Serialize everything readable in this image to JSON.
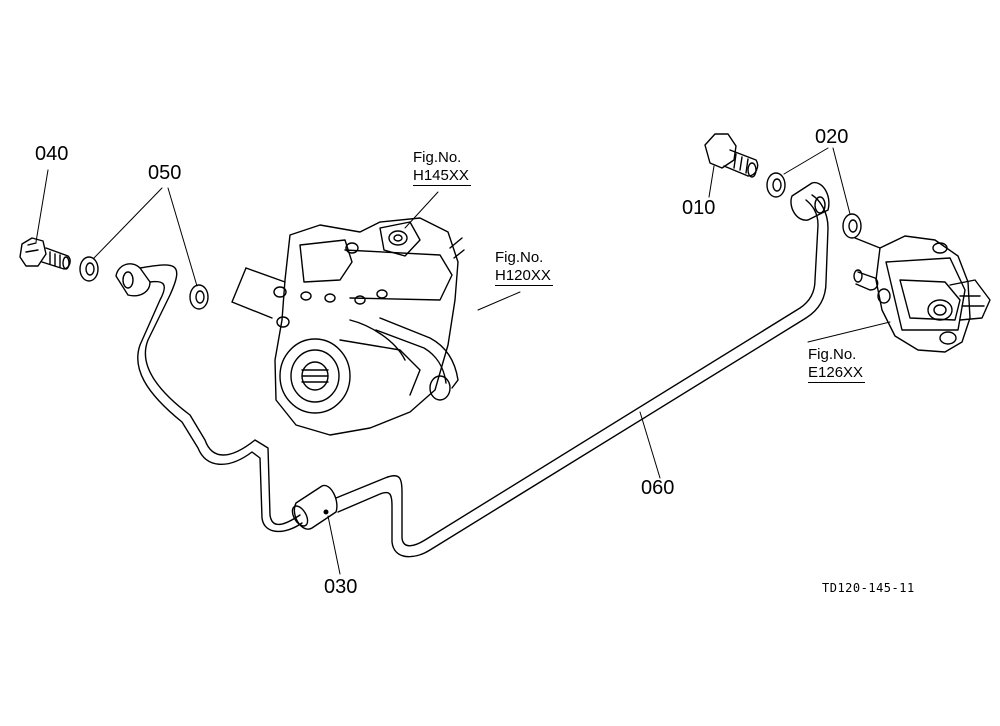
{
  "diagram": {
    "part_labels": [
      "040",
      "050",
      "010",
      "020",
      "060",
      "030"
    ],
    "figure_refs": [
      {
        "prefix": "Fig.No.",
        "ref": "H145XX"
      },
      {
        "prefix": "Fig.No.",
        "ref": "H120XX"
      },
      {
        "prefix": "Fig.No.",
        "ref": "E126XX"
      }
    ],
    "drawing_code": "TD120-145-11"
  },
  "colors": {
    "ink": "#000000",
    "paper": "#ffffff"
  }
}
